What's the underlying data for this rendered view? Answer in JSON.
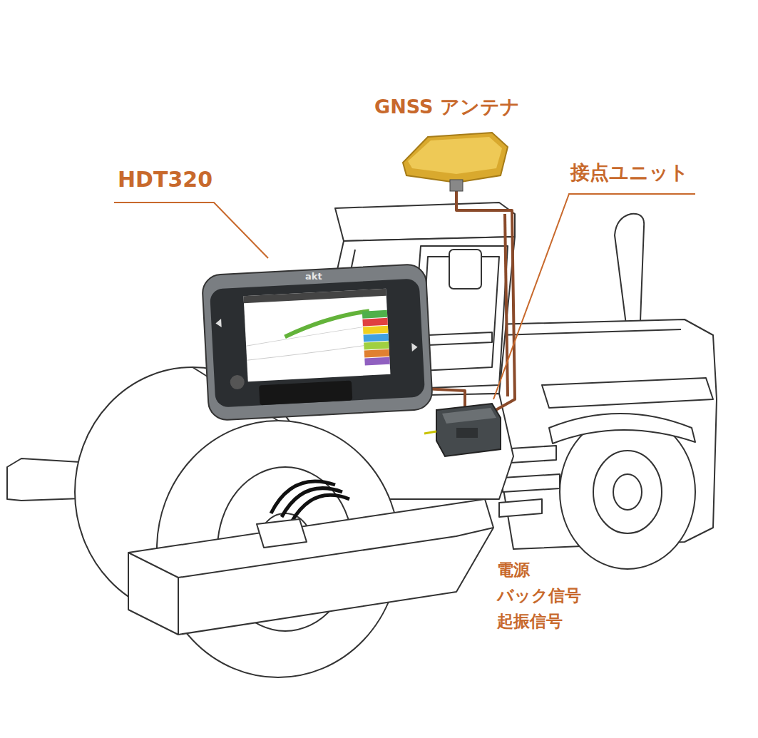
{
  "diagram": {
    "labels": [
      "GNSS アンテナ",
      "HDT320",
      "接点ユニット",
      "akt",
      "電源",
      "バック信号",
      "起振信号"
    ]
  }
}
